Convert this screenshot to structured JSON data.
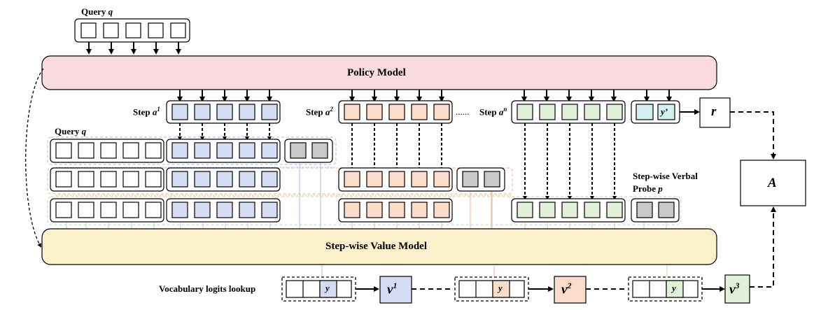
{
  "diagram": {
    "query_label_top": "Query",
    "query_label_mid": "Query",
    "query_symbol": "q",
    "policy_model": "Policy Model",
    "value_model": "Step-wise Value Model",
    "step_prefix": "Step",
    "step_a1_symbol": "a",
    "step_a1_sup": "1",
    "step_a2_symbol": "a",
    "step_a2_sup": "2",
    "step_an_symbol": "a",
    "step_an_sup": "n",
    "ellipsis": "......",
    "answer_token": "y’",
    "reward": "r",
    "advantage": "A",
    "probe_line1": "Step-wise Verbal",
    "probe_line2": "Probe",
    "probe_symbol": "p",
    "vocab_lookup": "Vocabulary logits lookup",
    "logit_token": "y",
    "value_symbol": "v",
    "value_sup_1": "1",
    "value_sup_2": "2",
    "value_sup_3": "3"
  },
  "colors": {
    "policy_fill": "#fadbe1",
    "value_fill": "#fdf0cc",
    "step1_fill": "#d5ddf4",
    "step2_fill": "#fbdccb",
    "stepn_fill": "#e1f0d8",
    "answer_fill": "#d3f0f0",
    "probe_fill": "#c9c9c9",
    "row1_guide": "#b8c7ea",
    "row2_guide": "#f2c2a5",
    "row3_guide": "#c9e2b8"
  }
}
